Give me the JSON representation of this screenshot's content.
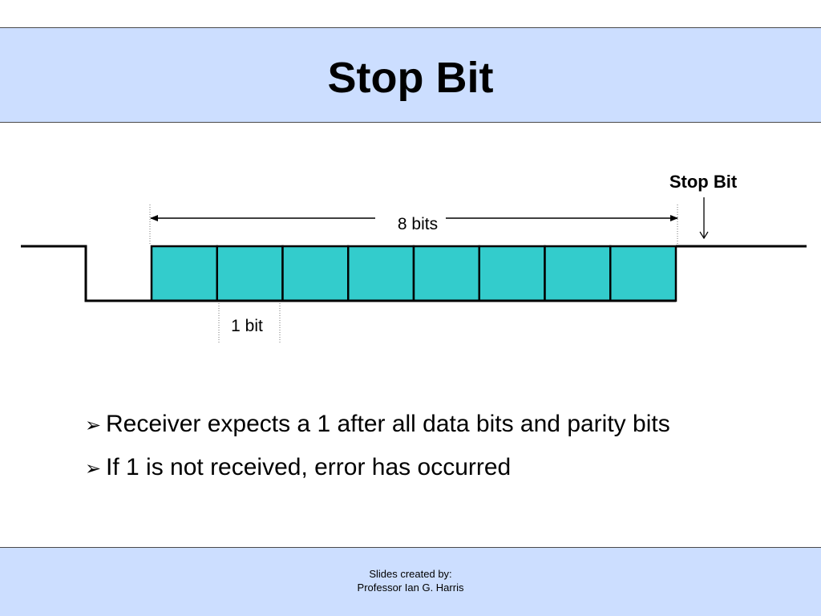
{
  "slide": {
    "title": "Stop Bit"
  },
  "diagram": {
    "stop_bit_label": "Stop Bit",
    "span_label": "8 bits",
    "bit_width_label": "1 bit",
    "data_cell_count": 8,
    "cell_color": "#33cccc"
  },
  "bullets": [
    {
      "marker": "➢",
      "text": "Receiver expects a 1 after all data bits and parity bits"
    },
    {
      "marker": "➢",
      "text": "If 1 is not received, error has occurred"
    }
  ],
  "footer": {
    "line1": "Slides created by:",
    "line2": "Professor Ian G. Harris"
  },
  "colors": {
    "band": "#ccdeff",
    "line": "#000000"
  }
}
